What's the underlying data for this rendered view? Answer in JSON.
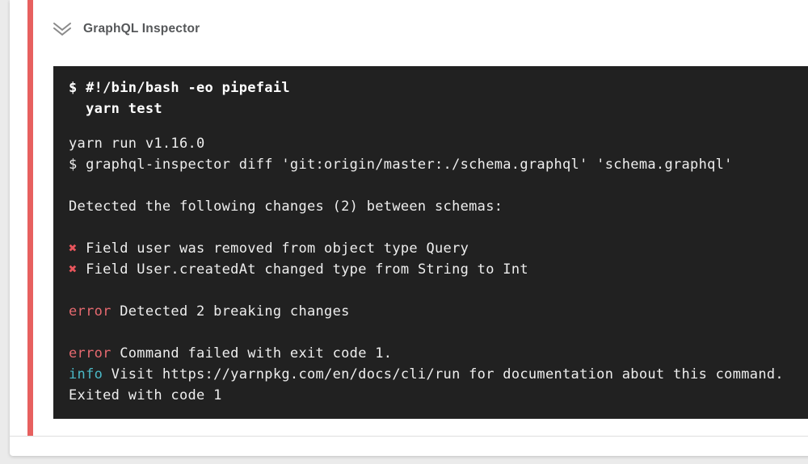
{
  "theme": {
    "page_bg": "#ebebeb",
    "card_bg": "#ffffff",
    "divider": "#dfdfdf",
    "stripe": "#e7605f",
    "terminal_bg": "#212121",
    "text_default": "#eeeeee",
    "text_bold": "#ffffff",
    "red": "#e5696f",
    "cross_red": "#e8555c",
    "cyan": "#4ab8c6",
    "header_text": "#555759",
    "icon_stroke": "#8a8a8a"
  },
  "header": {
    "title": "GraphQL Inspector",
    "icon": "chevrons-down-icon",
    "status": "failed"
  },
  "terminal": {
    "command_lines": [
      "$ #!/bin/bash -eo pipefail",
      "  yarn test"
    ],
    "output_lines": [
      {
        "segments": [
          {
            "t": "yarn run v1.16.0",
            "c": "default"
          }
        ]
      },
      {
        "segments": [
          {
            "t": "$ graphql-inspector diff 'git:origin/master:./schema.graphql' 'schema.graphql'",
            "c": "default"
          }
        ]
      },
      {
        "segments": []
      },
      {
        "segments": [
          {
            "t": "Detected the following changes (2) between schemas:",
            "c": "default"
          }
        ]
      },
      {
        "segments": []
      },
      {
        "segments": [
          {
            "t": "✖",
            "c": "cross"
          },
          {
            "t": " Field user was removed from object type Query",
            "c": "default"
          }
        ]
      },
      {
        "segments": [
          {
            "t": "✖",
            "c": "cross"
          },
          {
            "t": " Field User.createdAt changed type from String to Int",
            "c": "default"
          }
        ]
      },
      {
        "segments": []
      },
      {
        "segments": [
          {
            "t": "error",
            "c": "red"
          },
          {
            "t": " Detected 2 breaking changes",
            "c": "default"
          }
        ]
      },
      {
        "segments": []
      },
      {
        "segments": [
          {
            "t": "error",
            "c": "red"
          },
          {
            "t": " Command failed with exit code 1.",
            "c": "default"
          }
        ]
      },
      {
        "segments": [
          {
            "t": "info",
            "c": "cyan"
          },
          {
            "t": " Visit https://yarnpkg.com/en/docs/cli/run for documentation about this command.",
            "c": "default"
          }
        ]
      },
      {
        "segments": [
          {
            "t": "Exited with code 1",
            "c": "default"
          }
        ]
      }
    ]
  }
}
